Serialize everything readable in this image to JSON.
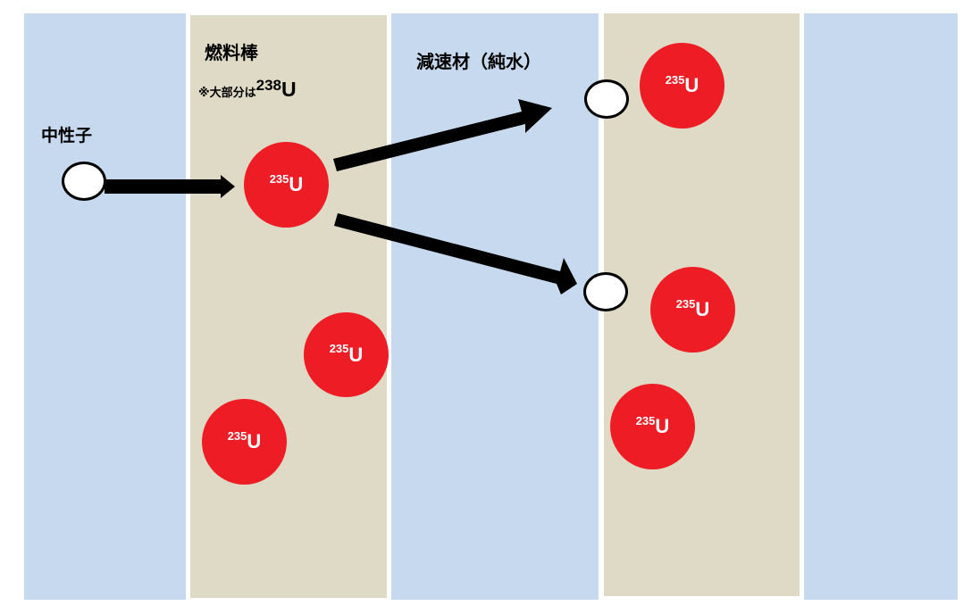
{
  "labels": {
    "neutron": "中性子",
    "fuel_rod": "燃料棒",
    "fuel_note_prefix": "※大部分は",
    "fuel_note_mass": "238",
    "fuel_note_element": "U",
    "moderator": "減速材（純水）"
  },
  "nucleus": {
    "mass_number": "235",
    "element": "U"
  },
  "colors": {
    "water": "#c7d9ee",
    "fuel": "#dedac6",
    "uranium": "#ee1c25",
    "neutron_fill": "#ffffff",
    "arrow": "#000000"
  }
}
